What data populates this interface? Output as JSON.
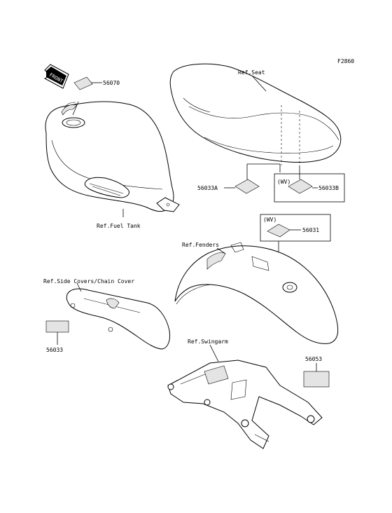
{
  "figure_code": "F2860",
  "labels": {
    "front_arrow": "FRONT",
    "fuel_tank_label": "56070",
    "fuel_tank_ref": "Ref.Fuel Tank",
    "seat_ref": "Ref.Seat",
    "seat_label_a": "56033A",
    "seat_label_b": "56033B",
    "wv_b": "(WV)",
    "wv_fender": "(WV)",
    "fender_label": "56031",
    "fenders_ref": "Ref.Fenders",
    "side_covers_ref": "Ref.Side Covers/Chain Cover",
    "side_cover_label": "56033",
    "swingarm_ref": "Ref.Swingarm",
    "swingarm_label": "56053"
  }
}
